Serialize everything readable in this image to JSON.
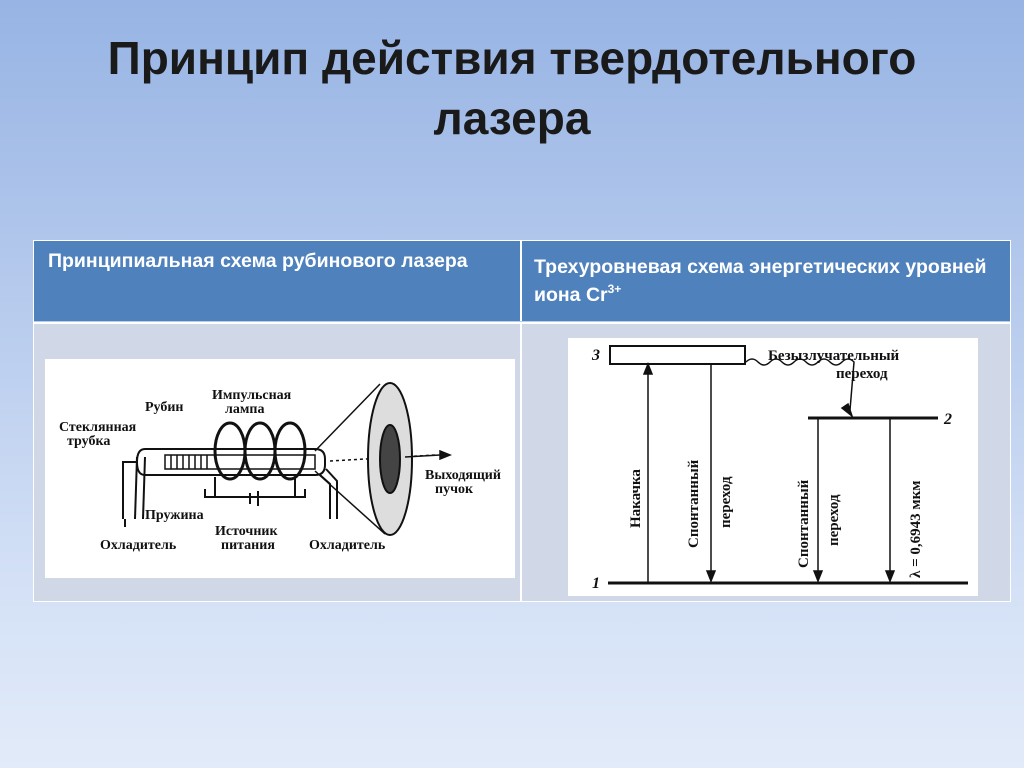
{
  "slide": {
    "title_line1": "Принцип действия твердотельного",
    "title_line2": "лазера"
  },
  "table": {
    "header_left": "Принципиальная схема рубинового лазера",
    "header_right_main": "Трехуровневая схема энергетических уровней иона Cr",
    "header_right_sup": "3+"
  },
  "laser_diagram": {
    "ruby": "Рубин",
    "lamp_line1": "Импульсная",
    "lamp_line2": "лампа",
    "tube_line1": "Стеклянная",
    "tube_line2": "трубка",
    "spring": "Пружина",
    "source_line1": "Источник",
    "source_line2": "питания",
    "coolant_left": "Охладитель",
    "coolant_right": "Охладитель",
    "beam_line1": "Выходящий",
    "beam_line2": "пучок"
  },
  "energy_diagram": {
    "level3": "3",
    "level2": "2",
    "level1": "1",
    "nonrad_line1": "Безызлучательный",
    "nonrad_line2": "переход",
    "pump": "Накачка",
    "spont1_line1": "Спонтанный",
    "spont1_line2": "переход",
    "spont2_line1": "Спонтанный",
    "spont2_line2": "переход",
    "wavelength": "λ = 0,6943 мкм"
  }
}
